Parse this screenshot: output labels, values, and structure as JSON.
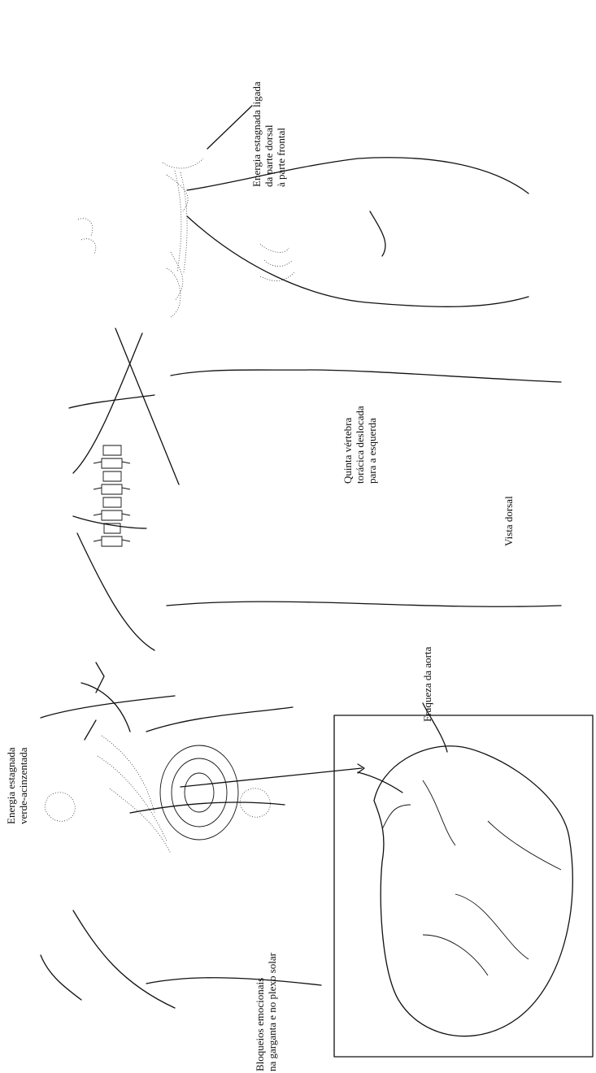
{
  "labels": {
    "stagnant_linked": "Energia estagnada ligada\nda parte dorsal\nà parte frontal",
    "fifth_vertebra": "Quinta vértebra\ntorácica deslocada\npara a esquerda",
    "dorsal_view": "Vista dorsal",
    "aorta_weakness": "Fraqueza da aorta",
    "stagnant_green": "Energia estagnada\nverde-acinzentada",
    "emotional_blocks": "Bloqueios emocionais\nna garganta e no plexo solar"
  },
  "colors": {
    "ink": "#111111",
    "background": "#ffffff"
  }
}
